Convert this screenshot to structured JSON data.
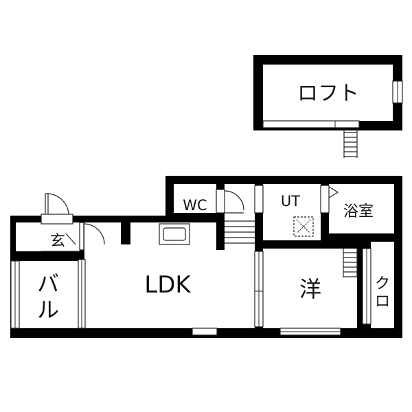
{
  "rooms": {
    "loft": "ロフト",
    "wc": "WC",
    "ut": "UT",
    "bath": "浴室",
    "genkan": "玄",
    "ldk": "LDK",
    "western": "洋",
    "balcony_top": "バ",
    "balcony_bottom": "ル",
    "closet_top": "ク",
    "closet_bottom": "ロ"
  },
  "colors": {
    "wall": "#000000",
    "line": "#1a1a1a",
    "background": "#ffffff"
  }
}
